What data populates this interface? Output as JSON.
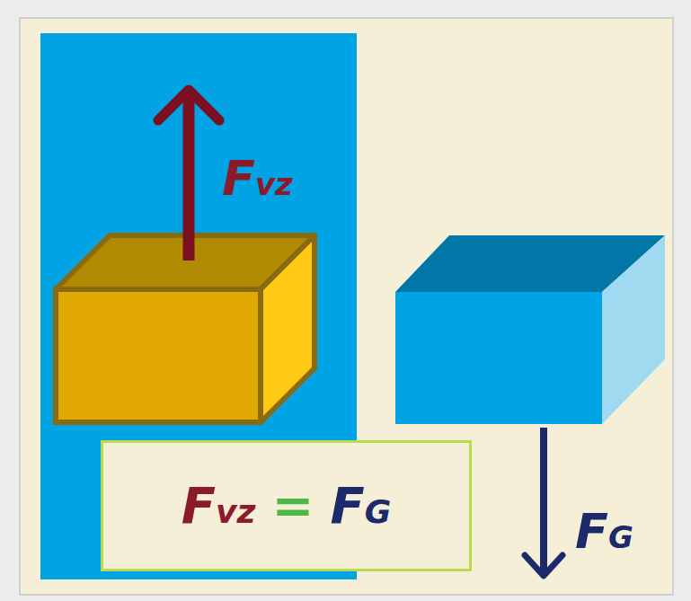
{
  "diagram": {
    "nodes": [
      {
        "text": [
          "F",
          "vz",
          "=",
          "F",
          "G"
        ]
      }
    ],
    "labels": [
      "F",
      "vz",
      "F",
      "G"
    ]
  }
}
